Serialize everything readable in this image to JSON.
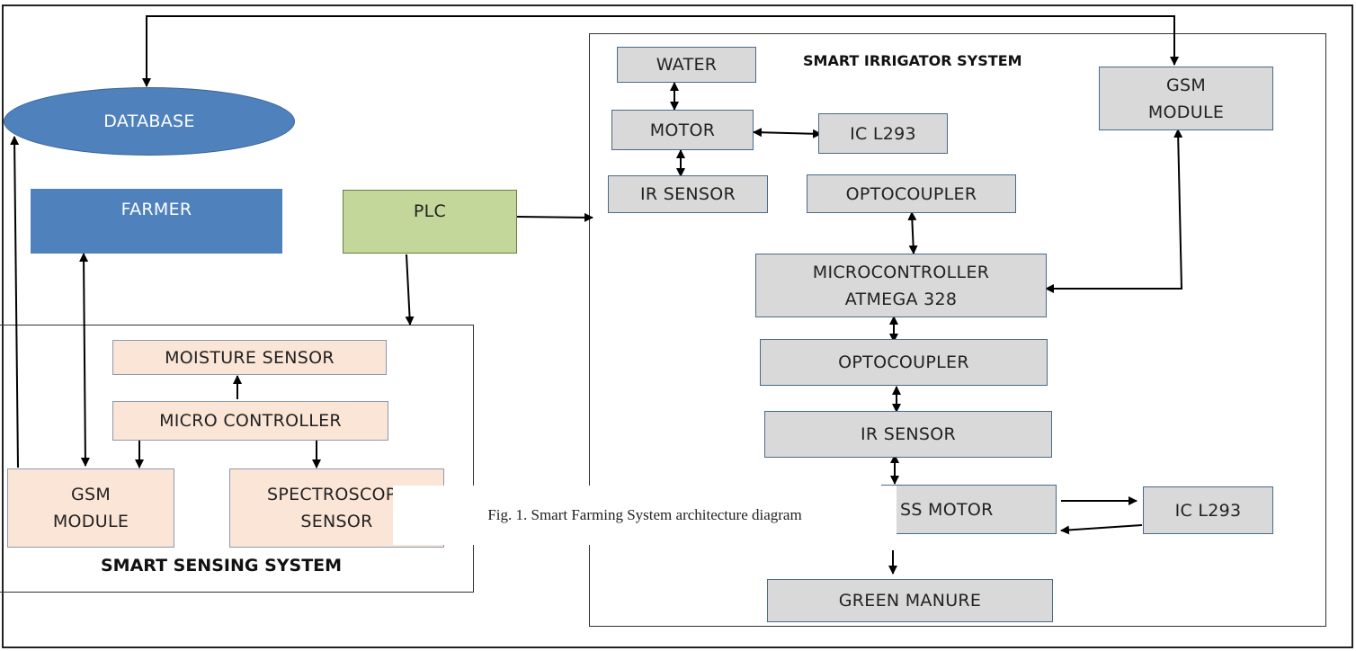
{
  "labels": {
    "smart_irrigator": "SMART IRRIGATOR SYSTEM",
    "smart_sensing": "SMART SENSING SYSTEM"
  },
  "nodes": {
    "database": "DATABASE",
    "farmer": "FARMER",
    "plc": "PLC",
    "moisture_sensor": "MOISTURE SENSOR",
    "micro_controller": "MICRO CONTROLLER",
    "gsm_module_sensing": "GSM MODULE",
    "spectroscopy_sensor": "SPECTROSCOPY SENSOR",
    "water": "WATER",
    "motor": "MOTOR",
    "ic_l293_top": "IC L293",
    "ir_sensor_top": "IR SENSOR",
    "optocoupler_top": "OPTOCOUPLER",
    "gsm_module_irrigator": "GSM MODULE",
    "microcontroller_atmega": "MICROCONTROLLER ATMEGA 328",
    "optocoupler_bottom": "OPTOCOUPLER",
    "ir_sensor_bottom": "IR SENSOR",
    "ss_motor": "SS MOTOR",
    "ic_l293_bottom": "IC L293",
    "green_manure": "GREEN MANURE"
  },
  "caption": "Fig. 1. Smart Farming System architecture diagram",
  "colors": {
    "blue_node": "#4f81bd",
    "green_node": "#c4d79b",
    "peach_node": "#fbe5d6",
    "grey_node": "#d9d9d9"
  }
}
